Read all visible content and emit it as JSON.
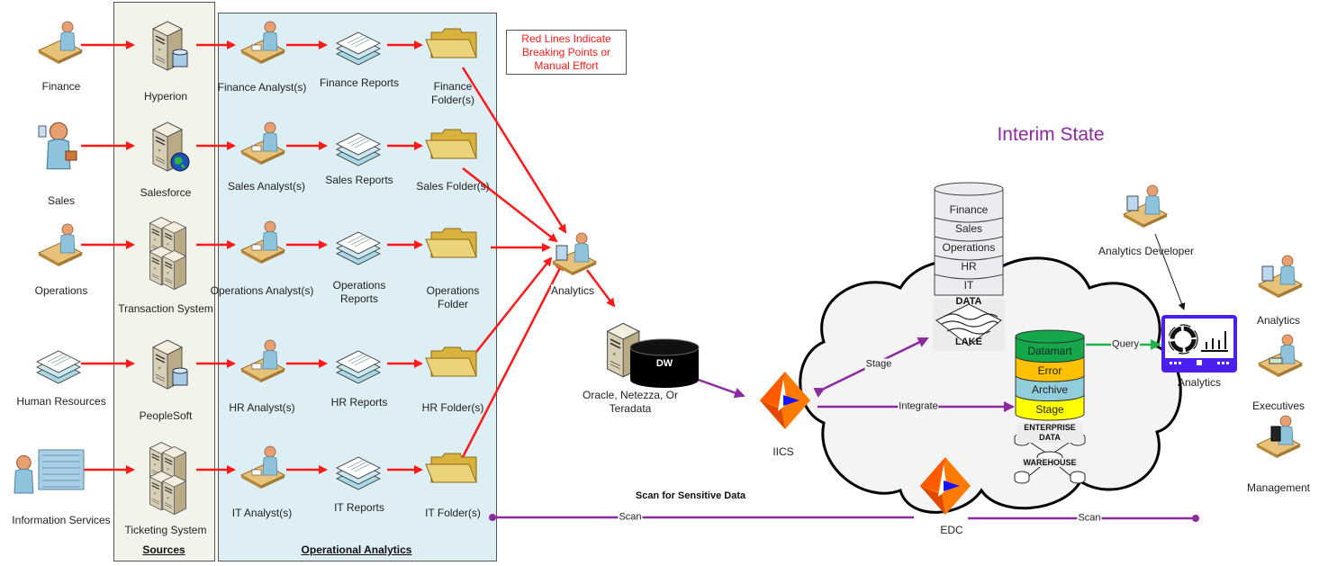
{
  "diagram": {
    "title": "Interim State",
    "legend_note": "Red Lines Indicate Breaking Points or Manual Effort",
    "colors": {
      "manual_line": "#ff1a1a",
      "integration_line": "#8b2aa0",
      "query_line": "#1fb34a",
      "title": "#8b2aa0",
      "sources_panel": "#f2f4ec",
      "ops_panel": "#ddeef4",
      "cloud_fill": "#f4f4f4",
      "analytics_tool_border": "#4a1ff0"
    },
    "departments": [
      {
        "label": "Finance",
        "icon": "finance-person-icon"
      },
      {
        "label": "Sales",
        "icon": "sales-person-icon"
      },
      {
        "label": "Operations",
        "icon": "operations-person-icon"
      },
      {
        "label": "Human Resources",
        "icon": "hr-documents-icon"
      },
      {
        "label": "Information Services",
        "icon": "server-rack-person-icon"
      }
    ],
    "sources": {
      "title": "Sources",
      "systems": [
        {
          "label": "Hyperion",
          "icon": "server-database-icon"
        },
        {
          "label": "Salesforce",
          "icon": "server-globe-icon"
        },
        {
          "label": "Transaction System",
          "icon": "server-cluster-icon"
        },
        {
          "label": "PeopleSoft",
          "icon": "server-database-icon"
        },
        {
          "label": "Ticketing System",
          "icon": "server-cluster-icon"
        }
      ]
    },
    "operational_analytics": {
      "title": "Operational Analytics",
      "rows": [
        {
          "analyst": "Finance Analyst(s)",
          "reports": "Finance Reports",
          "folder": "Finance Folder(s)"
        },
        {
          "analyst": "Sales Analyst(s)",
          "reports": "Sales Reports",
          "folder": "Sales Folder(s)"
        },
        {
          "analyst": "Operations Analyst(s)",
          "reports": "Operations Reports",
          "folder": "Operations Folder"
        },
        {
          "analyst": "HR Analyst(s)",
          "reports": "HR Reports",
          "folder": "HR Folder(s)"
        },
        {
          "analyst": "IT Analyst(s)",
          "reports": "IT Reports",
          "folder": "IT Folder(s)"
        }
      ]
    },
    "central_analytics": {
      "label": "Analytics"
    },
    "legacy_dw": {
      "badge": "DW",
      "label": "Oracle, Netezza, Or Teradata"
    },
    "iics": {
      "label": "IICS"
    },
    "edc": {
      "label": "EDC"
    },
    "data_lake": {
      "segments": [
        "Finance",
        "Sales",
        "Operations",
        "HR",
        "IT"
      ],
      "caption_top": "DATA",
      "caption_bottom": "LAKE"
    },
    "enterprise_dw": {
      "layers": [
        {
          "label": "Datamart",
          "color": "#14a84a"
        },
        {
          "label": "Error",
          "color": "#ffc000"
        },
        {
          "label": "Archive",
          "color": "#92cddc"
        },
        {
          "label": "Stage",
          "color": "#ffff00"
        }
      ],
      "caption_top": "ENTERPRISE DATA",
      "caption_bottom": "WAREHOUSE"
    },
    "edges": {
      "stage": "Stage",
      "integrate": "Integrate",
      "query": "Query",
      "scan_left": "Scan",
      "scan_right": "Scan",
      "scan_title": "Scan for Sensitive Data"
    },
    "analytics_developer": {
      "label": "Analytics Developer"
    },
    "analytics_tool": {
      "label": "Analytics"
    },
    "consumers": [
      {
        "label": "Analytics",
        "icon": "analyst-workstation-icon"
      },
      {
        "label": "Executives",
        "icon": "executive-desk-icon"
      },
      {
        "label": "Management",
        "icon": "manager-computer-icon"
      }
    ]
  }
}
